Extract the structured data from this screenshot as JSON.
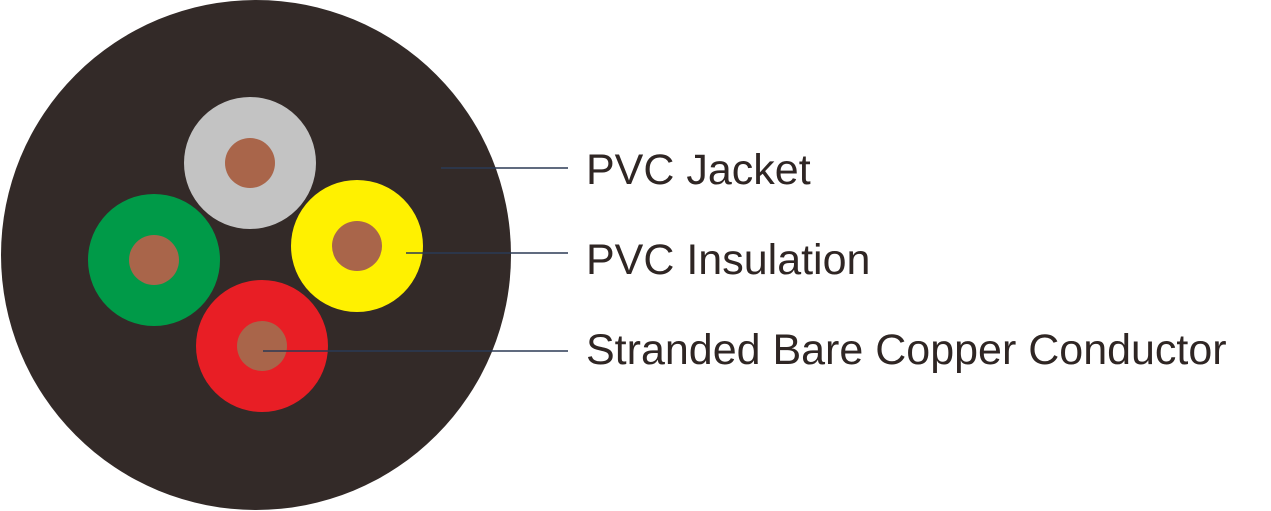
{
  "labels": {
    "jacket": "PVC Jacket",
    "insulation": "PVC Insulation",
    "conductor": "Stranded Bare Copper Conductor"
  },
  "colors": {
    "jacket": "#332a28",
    "conductor": "#a9654a",
    "leader_line": "#2b3a55",
    "label_text": "#2f2624",
    "insulation_gray": "#c3c3c3",
    "insulation_green": "#009a48",
    "insulation_yellow": "#fff100",
    "insulation_red": "#e81e25"
  },
  "cores": [
    {
      "name": "gray",
      "color": "#c3c3c3"
    },
    {
      "name": "green",
      "color": "#009a48"
    },
    {
      "name": "yellow",
      "color": "#fff100"
    },
    {
      "name": "red",
      "color": "#e81e25"
    }
  ]
}
